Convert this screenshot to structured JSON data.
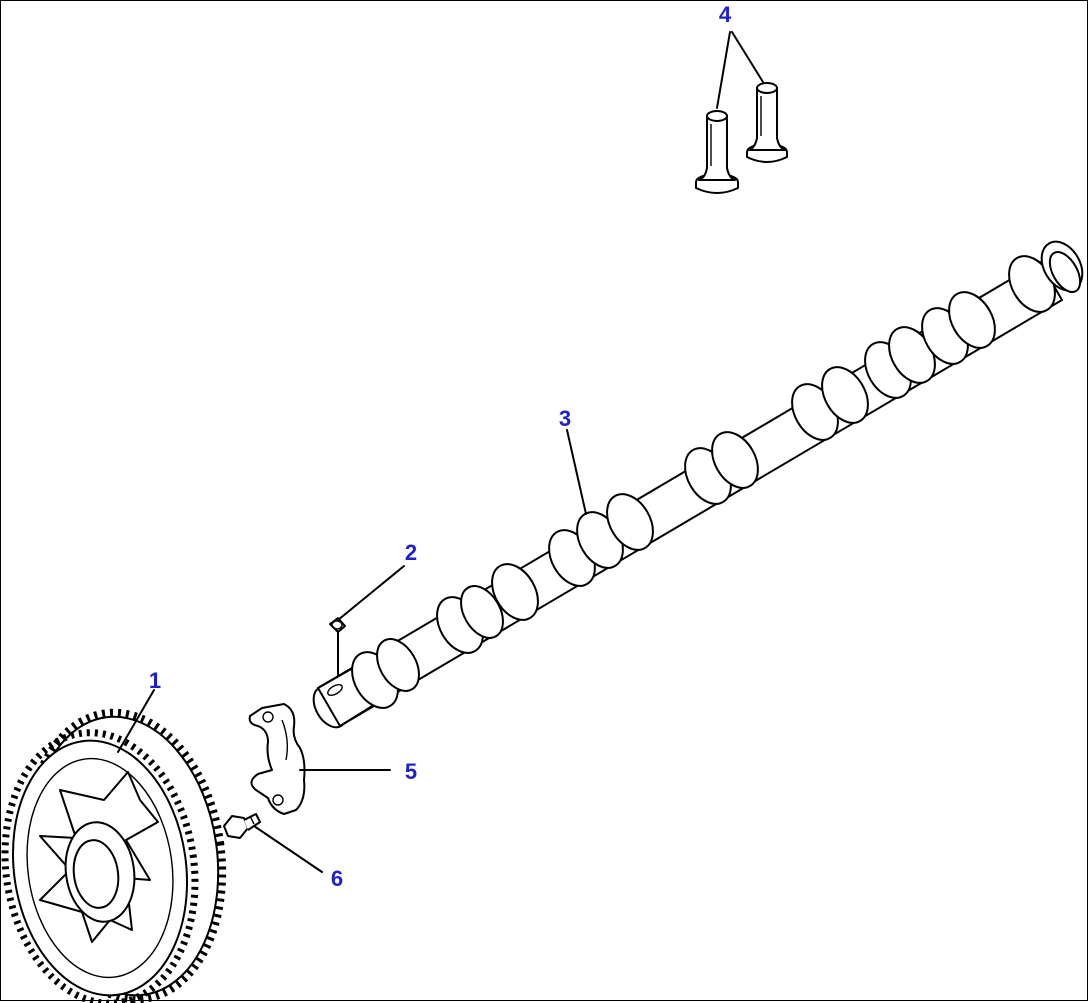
{
  "figure": {
    "callouts": [
      {
        "id": "1",
        "label": "1"
      },
      {
        "id": "2",
        "label": "2"
      },
      {
        "id": "3",
        "label": "3"
      },
      {
        "id": "4",
        "label": "4"
      },
      {
        "id": "5",
        "label": "5"
      },
      {
        "id": "6",
        "label": "6"
      }
    ],
    "colors": {
      "callout": "#1f1fd0",
      "line": "#000000",
      "background": "#ffffff"
    }
  }
}
